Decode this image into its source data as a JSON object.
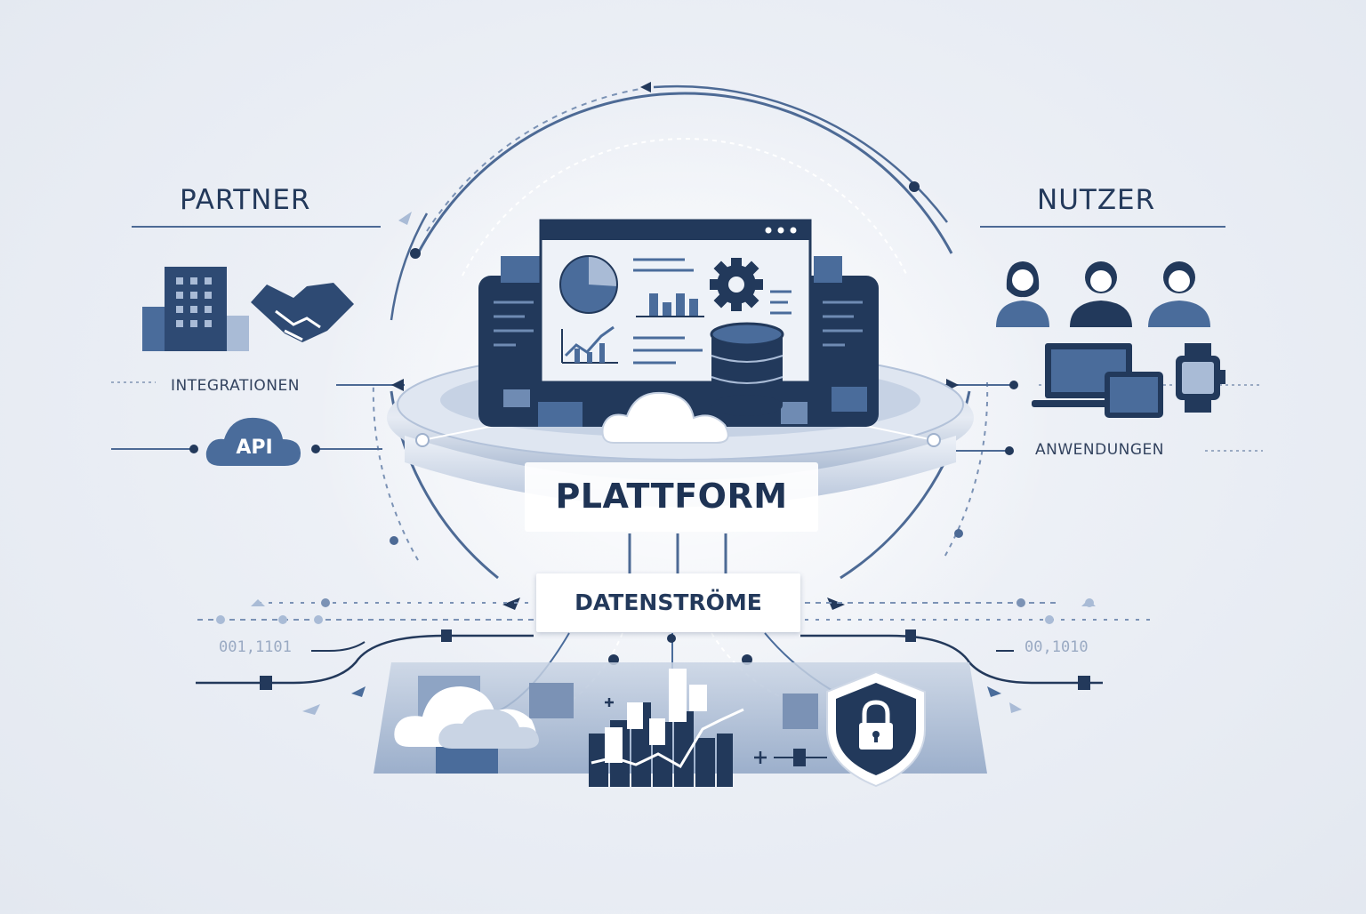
{
  "left_panel": {
    "heading": "PARTNER",
    "integrations_label": "INTEGRATIONEN",
    "api_label": "API"
  },
  "right_panel": {
    "heading": "NUTZER",
    "applications_label": "ANWENDUNGEN"
  },
  "center": {
    "platform_label": "PLATTFORM",
    "data_streams_label": "DATENSTRÖME"
  },
  "binary": {
    "left": "001,1101",
    "right": "00,1010"
  },
  "colors": {
    "navy": "#23395b",
    "blue": "#4a6c9b",
    "light_blue": "#a9bbd6",
    "pale": "#dde4ef",
    "background": "#e9edf4"
  },
  "icons": [
    "buildings-icon",
    "handshake-icon",
    "api-cloud-icon",
    "user-female-icon",
    "user-icon",
    "user-icon",
    "laptop-icon",
    "tablet-icon",
    "smartwatch-icon",
    "pie-chart-icon",
    "gear-icon",
    "bar-chart-icon",
    "database-icon",
    "cloud-icon",
    "shield-lock-icon"
  ]
}
